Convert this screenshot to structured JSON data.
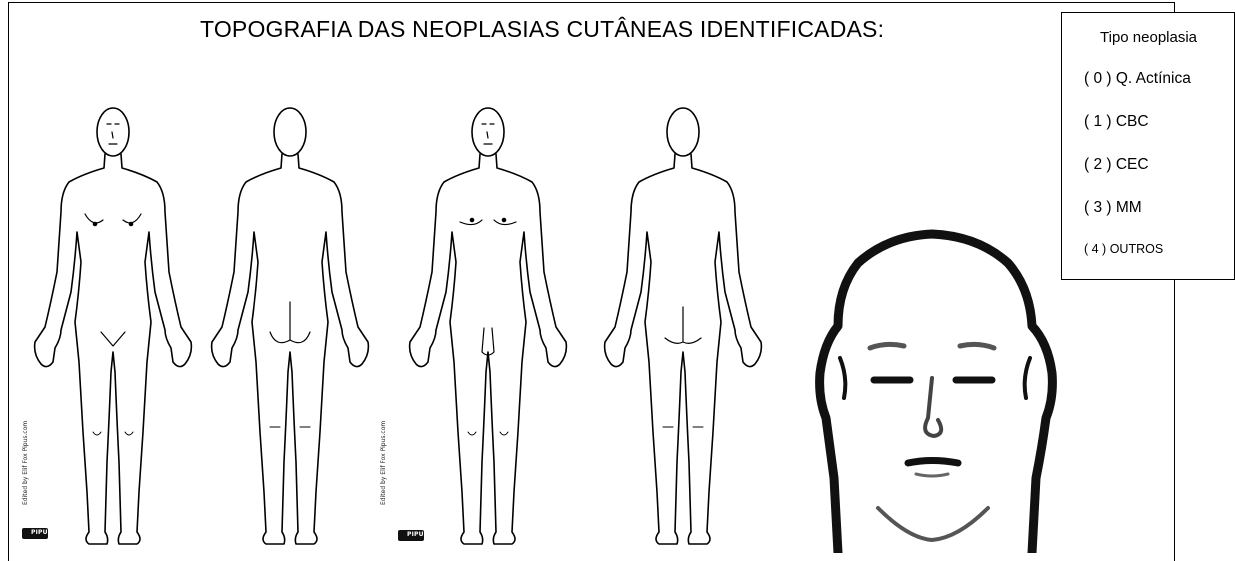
{
  "title": "TOPOGRAFIA DAS NEOPLASIAS CUTÂNEAS IDENTIFICADAS:",
  "legend": {
    "title": "Tipo neoplasia",
    "items": [
      "( 0 ) Q. Actínica",
      "( 1 ) CBC",
      "( 2 ) CEC",
      "( 3 ) MM",
      "( 4 ) OUTROS"
    ]
  },
  "figures": {
    "female_credit": "Edited by Elif Fox Pipus.com",
    "male_credit": "Edited by Elif Fox Pipus.com",
    "logo_text": "PIPUS"
  }
}
